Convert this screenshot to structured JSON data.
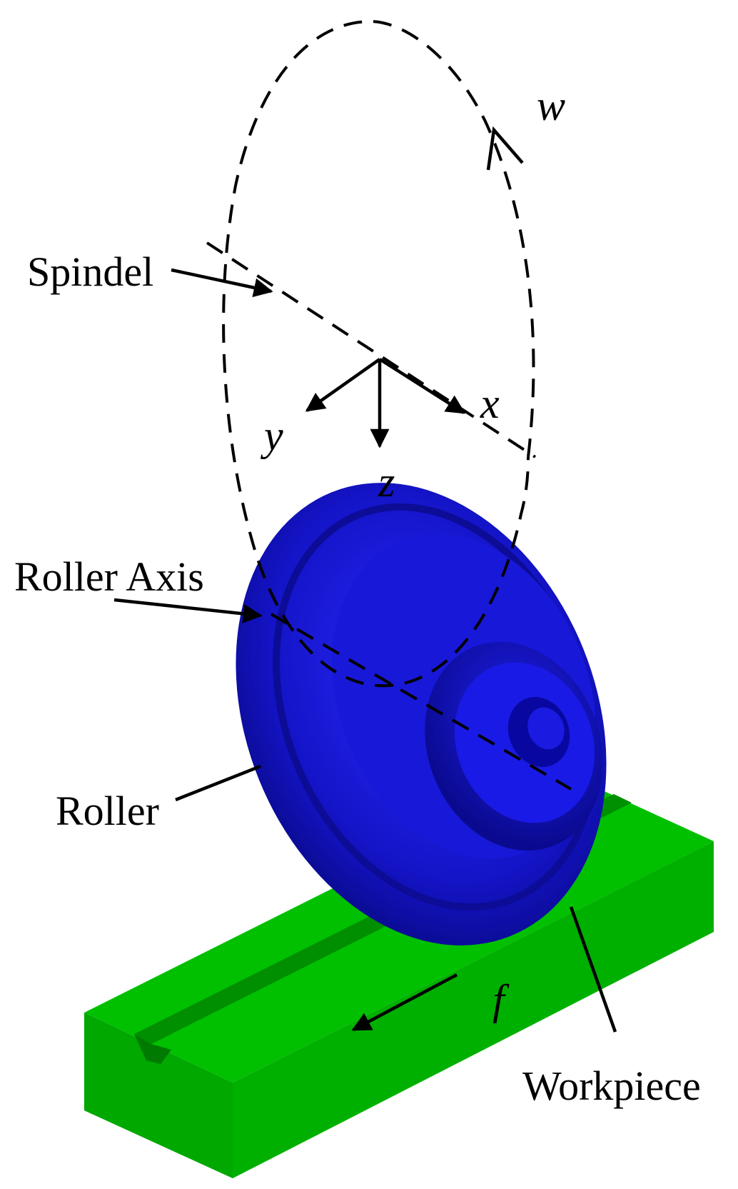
{
  "labels": {
    "spindel": "Spindel",
    "roller_axis": "Roller Axis",
    "roller": "Roller",
    "workpiece": "Workpiece",
    "axis_x": "x",
    "axis_y": "y",
    "axis_z": "z",
    "rotation_w": "w",
    "feed_f": "f"
  },
  "colors": {
    "roller": "#1414c8",
    "roller_dark": "#0a0a82",
    "workpiece": "#00b400",
    "workpiece_dark": "#008a00",
    "lines": "#000000"
  }
}
